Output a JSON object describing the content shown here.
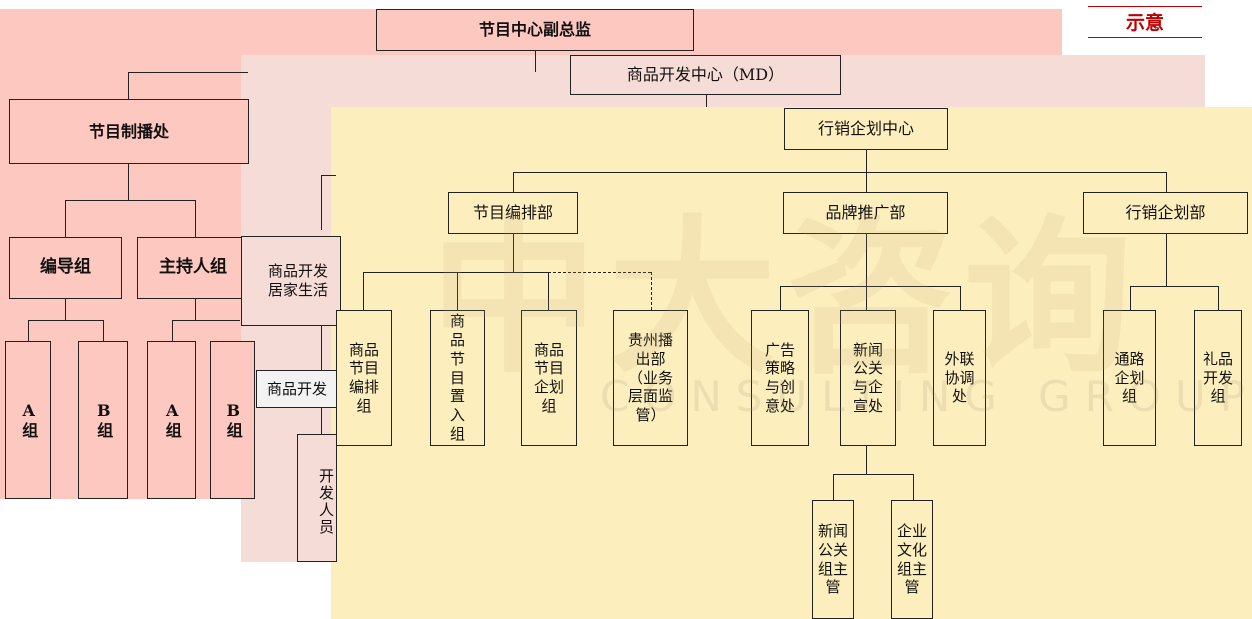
{
  "corner_tag": "示意",
  "watermark": {
    "main": "中大咨询",
    "sub": "CONSULTING GROUP"
  },
  "panel1": {
    "title": "节目中心副总监",
    "dept": "节目制播处",
    "groups": [
      "编导组",
      "主持人组"
    ],
    "subgroups": [
      "A组",
      "B组",
      "A组",
      "B组"
    ]
  },
  "panel2": {
    "title": "商品开发中心（MD）",
    "items": [
      "商品开发居家生活",
      "商品开发",
      "开发人员"
    ]
  },
  "panel3": {
    "title": "行销企划中心",
    "depts": [
      "节目编排部",
      "品牌推广部",
      "行销企划部"
    ],
    "units": {
      "u1": "商品节目编排组",
      "u2": "商品节目置入组",
      "u3": "商品节目企划组",
      "u4": "贵州播出部（业务层面监管）",
      "u5": "广告策略与创意处",
      "u6": "新闻公关与企宣处",
      "u7": "外联协调处",
      "u8": "通路企划组",
      "u9": "礼品开发组"
    },
    "sub_units": [
      "新闻公关组主管",
      "企业文化组主管"
    ]
  }
}
